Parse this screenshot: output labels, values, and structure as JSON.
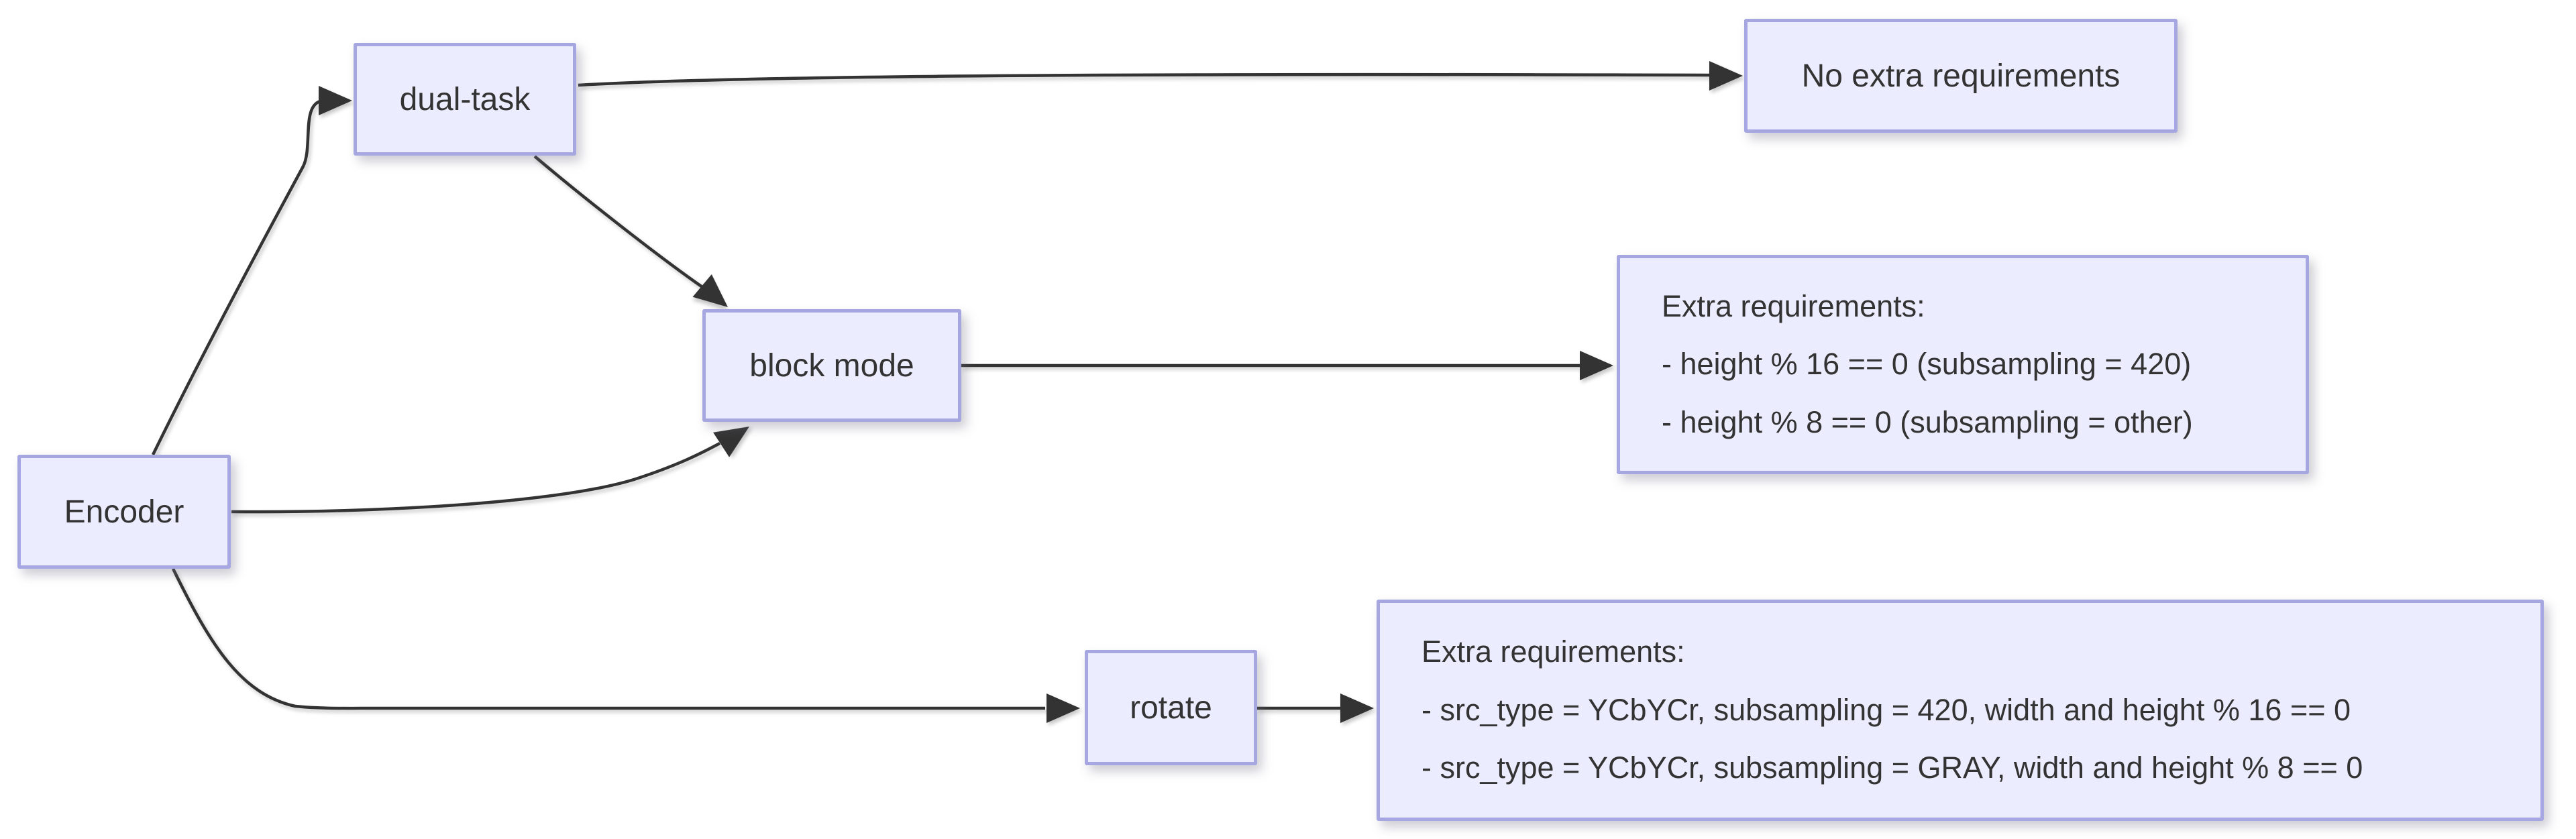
{
  "diagram": {
    "nodes": {
      "encoder": {
        "label": "Encoder"
      },
      "dual_task": {
        "label": "dual-task"
      },
      "block_mode": {
        "label": "block mode"
      },
      "rotate": {
        "label": "rotate"
      },
      "no_extra": {
        "label": "No extra requirements"
      },
      "block_reqs": {
        "title": "Extra requirements:",
        "items": [
          "- height % 16 == 0 (subsampling = 420)",
          "- height % 8 == 0 (subsampling = other)"
        ]
      },
      "rotate_reqs": {
        "title": "Extra requirements:",
        "items": [
          "- src_type = YCbYCr, subsampling = 420, width and height % 16 == 0",
          "- src_type = YCbYCr, subsampling = GRAY, width and height % 8 == 0"
        ]
      }
    },
    "edges": [
      {
        "from": "encoder",
        "to": "dual_task"
      },
      {
        "from": "encoder",
        "to": "block_mode"
      },
      {
        "from": "encoder",
        "to": "rotate"
      },
      {
        "from": "dual_task",
        "to": "no_extra"
      },
      {
        "from": "dual_task",
        "to": "block_mode"
      },
      {
        "from": "block_mode",
        "to": "block_reqs"
      },
      {
        "from": "rotate",
        "to": "rotate_reqs"
      }
    ],
    "colors": {
      "node_fill": "#ECECFF",
      "node_border": "#A6A6E0",
      "edge": "#333333",
      "text": "#333333",
      "background": "#FFFFFF"
    }
  }
}
